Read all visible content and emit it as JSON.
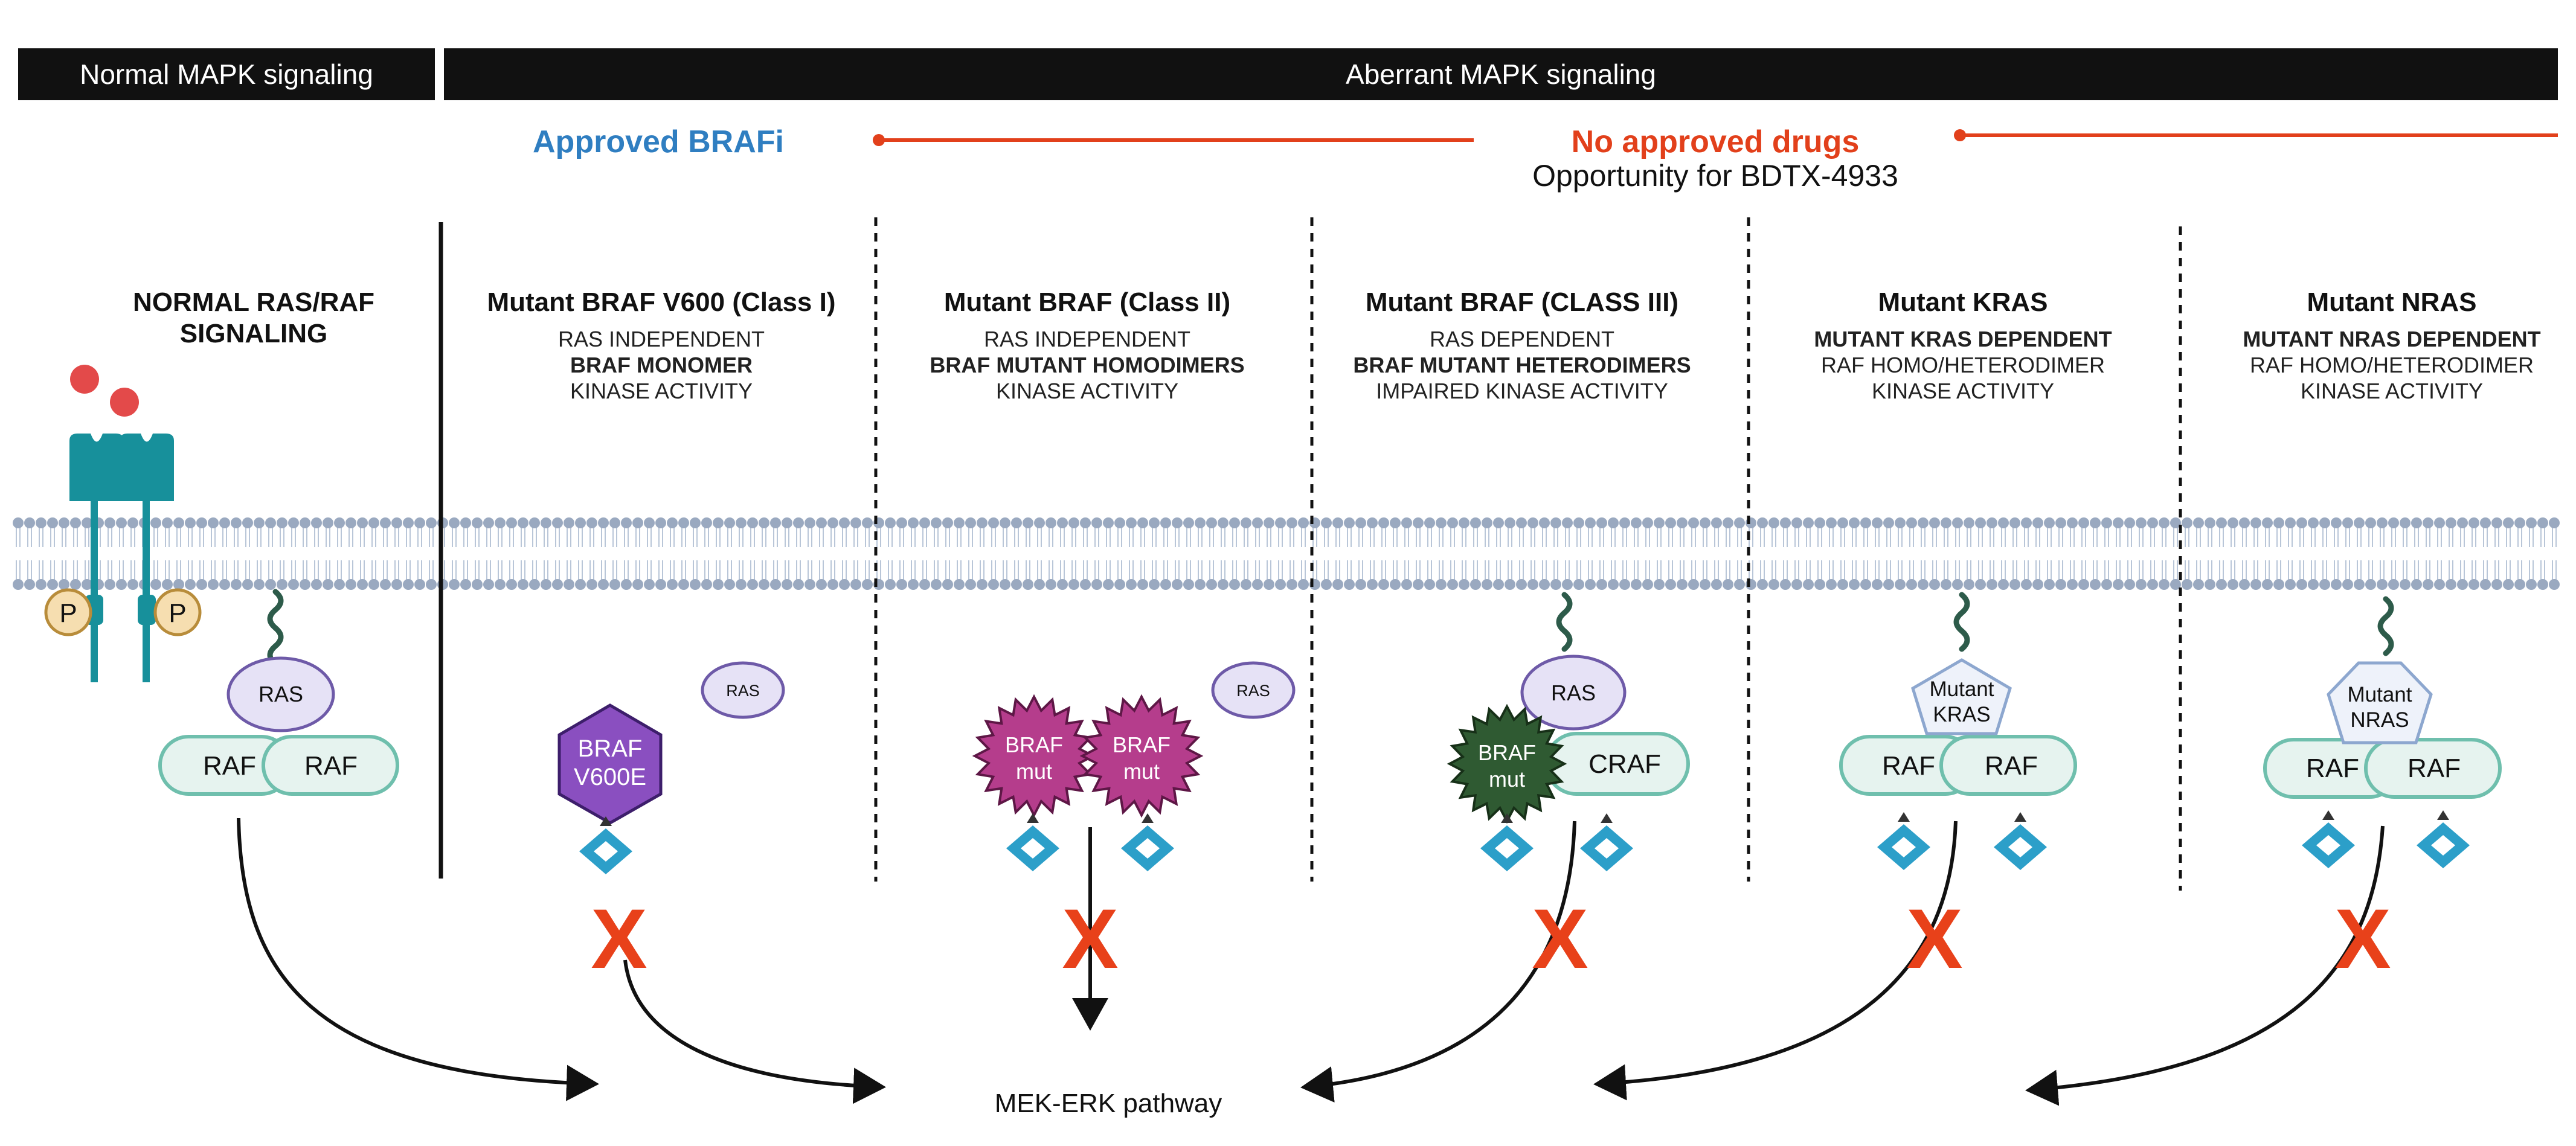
{
  "header": {
    "normal_label": "Normal MAPK signaling",
    "aberrant_label": "Aberrant MAPK signaling"
  },
  "drugs": {
    "approved_label": "Approved BRAFi",
    "no_approved_label": "No approved drugs",
    "opportunity_label": "Opportunity for BDTX-4933"
  },
  "columns": [
    {
      "title": "NORMAL RAS/RAF\nSIGNALING",
      "lines": []
    },
    {
      "title": "Mutant BRAF V600 (Class I)",
      "lines": [
        "RAS INDEPENDENT",
        "BRAF MONOMER",
        "KINASE ACTIVITY"
      ]
    },
    {
      "title": "Mutant BRAF (Class II)",
      "lines": [
        "RAS INDEPENDENT",
        "BRAF MUTANT HOMODIMERS",
        "KINASE ACTIVITY"
      ]
    },
    {
      "title": "Mutant BRAF (CLASS III)",
      "lines": [
        "RAS DEPENDENT",
        "BRAF MUTANT HETERODIMERS",
        "IMPAIRED KINASE ACTIVITY"
      ]
    },
    {
      "title": "Mutant KRAS",
      "lines": [
        "MUTANT  KRAS DEPENDENT",
        "RAF HOMO/HETERODIMER",
        "KINASE ACTIVITY"
      ]
    },
    {
      "title": "Mutant NRAS",
      "lines": [
        "MUTANT  NRAS DEPENDENT",
        "RAF HOMO/HETERODIMER",
        "KINASE ACTIVITY"
      ]
    }
  ],
  "molecules": {
    "p": "P",
    "ras": "RAS",
    "raf": "RAF",
    "craf": "CRAF",
    "braf_v600e": [
      "BRAF",
      "V600E"
    ],
    "braf_mut": [
      "BRAF",
      "mut"
    ],
    "mutant_kras": [
      "Mutant",
      "KRAS"
    ],
    "mutant_nras": [
      "Mutant",
      "NRAS"
    ],
    "block": "X"
  },
  "pathway_label": "MEK-ERK pathway",
  "colors": {
    "header_bg": "#111111",
    "approved_blue": "#2f7ec1",
    "no_approved_red": "#e2401b",
    "receptor_teal": "#17909b",
    "ligand_red": "#e34a4a",
    "phosphate_fill": "#f6deb0",
    "ras_fill": "#e6e2f6",
    "ras_stroke": "#6e5aa8",
    "raf_fill": "#e6f3ef",
    "raf_stroke": "#6fbfad",
    "braf_v600e": "#8a4fc0",
    "braf_mut": "#b53d8c",
    "braf_mut_dark": "#2f5a32",
    "mek_blue": "#2c9fc9",
    "x_red": "#e8411a",
    "membrane_head": "#9aa9c0"
  }
}
